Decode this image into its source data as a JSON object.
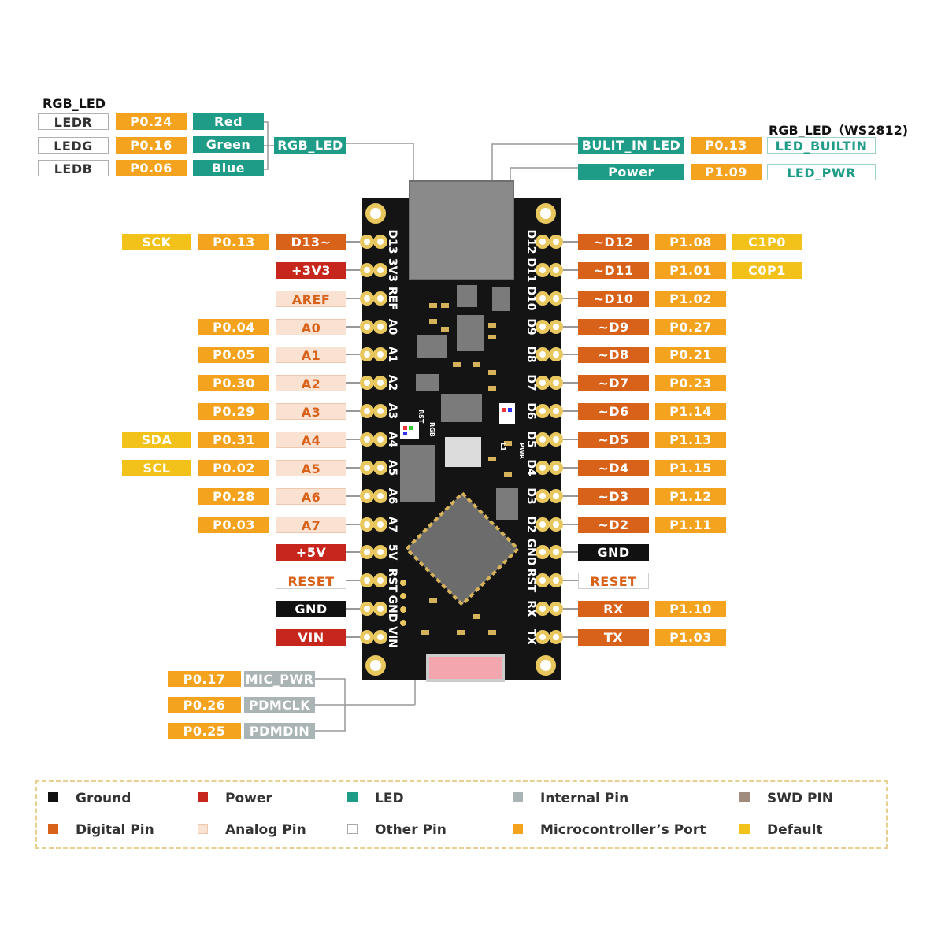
{
  "titles": {
    "rgb_led_left": "RGB_LED",
    "rgb_led_right": "RGB_LED（WS2812)"
  },
  "rgb_group": {
    "ledr": "LEDR",
    "ledg": "LEDG",
    "ledb": "LEDB",
    "p024": "P0.24",
    "p016": "P0.16",
    "p006": "P0.06",
    "red": "Red",
    "green": "Green",
    "blue": "Blue",
    "rgb_led": "RGB_LED"
  },
  "top_right": {
    "builtin_led": "BULIT_IN LED",
    "p013": "P0.13",
    "led_builtin": "LED_BUILTIN",
    "power": "Power",
    "p109": "P1.09",
    "led_pwr": "LED_PWR"
  },
  "left_pins": [
    {
      "c1": "SCK",
      "c2": "P0.13",
      "c3": "D13~",
      "silk": "D13"
    },
    {
      "c1": "",
      "c2": "",
      "c3": "+3V3",
      "silk": "3V3"
    },
    {
      "c1": "",
      "c2": "",
      "c3": "AREF",
      "silk": "REF"
    },
    {
      "c1": "",
      "c2": "P0.04",
      "c3": "A0",
      "silk": "A0"
    },
    {
      "c1": "",
      "c2": "P0.05",
      "c3": "A1",
      "silk": "A1"
    },
    {
      "c1": "",
      "c2": "P0.30",
      "c3": "A2",
      "silk": "A2"
    },
    {
      "c1": "",
      "c2": "P0.29",
      "c3": "A3",
      "silk": "A3"
    },
    {
      "c1": "SDA",
      "c2": "P0.31",
      "c3": "A4",
      "silk": "A4"
    },
    {
      "c1": "SCL",
      "c2": "P0.02",
      "c3": "A5",
      "silk": "A5"
    },
    {
      "c1": "",
      "c2": "P0.28",
      "c3": "A6",
      "silk": "A6"
    },
    {
      "c1": "",
      "c2": "P0.03",
      "c3": "A7",
      "silk": "A7"
    },
    {
      "c1": "",
      "c2": "",
      "c3": "+5V",
      "silk": "5V"
    },
    {
      "c1": "",
      "c2": "",
      "c3": "RESET",
      "silk": "RST"
    },
    {
      "c1": "",
      "c2": "",
      "c3": "GND",
      "silk": "GND"
    },
    {
      "c1": "",
      "c2": "",
      "c3": "VIN",
      "silk": "VIN"
    }
  ],
  "right_pins": [
    {
      "c1": "~D12",
      "c2": "P1.08",
      "c3": "C1P0",
      "silk": "D12"
    },
    {
      "c1": "~D11",
      "c2": "P1.01",
      "c3": "C0P1",
      "silk": "D11"
    },
    {
      "c1": "~D10",
      "c2": "P1.02",
      "c3": "",
      "silk": "D10"
    },
    {
      "c1": "~D9",
      "c2": "P0.27",
      "c3": "",
      "silk": "D9"
    },
    {
      "c1": "~D8",
      "c2": "P0.21",
      "c3": "",
      "silk": "D8"
    },
    {
      "c1": "~D7",
      "c2": "P0.23",
      "c3": "",
      "silk": "D7"
    },
    {
      "c1": "~D6",
      "c2": "P1.14",
      "c3": "",
      "silk": "D6"
    },
    {
      "c1": "~D5",
      "c2": "P1.13",
      "c3": "",
      "silk": "D5"
    },
    {
      "c1": "~D4",
      "c2": "P1.15",
      "c3": "",
      "silk": "D4"
    },
    {
      "c1": "~D3",
      "c2": "P1.12",
      "c3": "",
      "silk": "D3"
    },
    {
      "c1": "~D2",
      "c2": "P1.11",
      "c3": "",
      "silk": "D2"
    },
    {
      "c1": "GND",
      "c2": "",
      "c3": "",
      "silk": "GND"
    },
    {
      "c1": "RESET",
      "c2": "",
      "c3": "",
      "silk": "RST"
    },
    {
      "c1": "RX",
      "c2": "P1.10",
      "c3": "",
      "silk": "RX"
    },
    {
      "c1": "TX",
      "c2": "P1.03",
      "c3": "",
      "silk": "TX"
    }
  ],
  "mic": {
    "p017": "P0.17",
    "p026": "P0.26",
    "p025": "P0.25",
    "mic_pwr": "MIC_PWR",
    "pdmclk": "PDMCLK",
    "pdmdin": "PDMDIN"
  },
  "board_silk": {
    "rst": "RST",
    "rgb": "RGB",
    "l1": "L1",
    "pwr": "PWR"
  },
  "legend": {
    "ground": "Ground",
    "power": "Power",
    "led": "LED",
    "internal": "Internal Pin",
    "swd": "SWD PIN",
    "digital": "Digital Pin",
    "analog": "Analog Pin",
    "other": "Other Pin",
    "mcu_port": "Microcontroller’s Port",
    "default": "Default"
  },
  "colors": {
    "ground": "#111111",
    "power": "#c7261c",
    "led": "#1e9c87",
    "internal": "#aab4b5",
    "swd": "#a08b7d",
    "digital": "#d9621a",
    "analog": "#fae2d3",
    "other": "#ffffff",
    "mcu_port": "#f4a31f",
    "default": "#f2c21b"
  }
}
